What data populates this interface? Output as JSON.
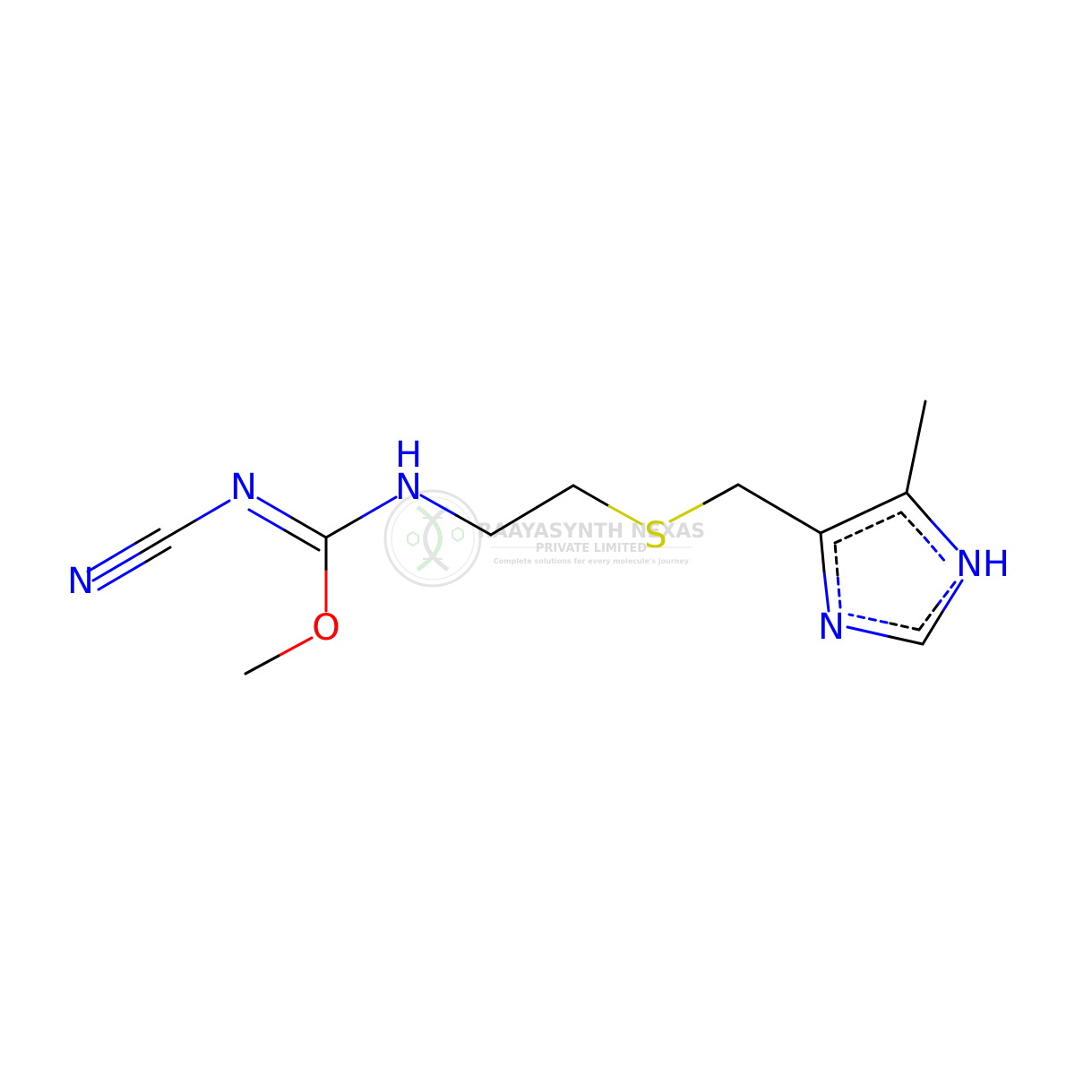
{
  "colors": {
    "carbon_bond": "#000000",
    "nitrogen": "#0000ff",
    "oxygen": "#ff0000",
    "sulfur": "#cccc00",
    "watermark": "#b3b3b3",
    "watermark_logo": "#a8d8a8"
  },
  "molecule": {
    "atoms": [
      {
        "id": "n_nitrile",
        "label": "N",
        "element": "N"
      },
      {
        "id": "n_imine",
        "label": "N",
        "element": "N"
      },
      {
        "id": "n_amine",
        "label": "N",
        "h_label": "H",
        "element": "N"
      },
      {
        "id": "o_methoxy",
        "label": "O",
        "element": "O"
      },
      {
        "id": "s_thioether",
        "label": "S",
        "element": "S"
      },
      {
        "id": "n_ring_h",
        "label": "NH",
        "element": "N"
      },
      {
        "id": "n_ring",
        "label": "N",
        "element": "N"
      }
    ]
  },
  "watermark": {
    "logo_icon": "dna-helix-icon",
    "company_name": "RAAYASYNTH NEXAS",
    "company_sub": "PRIVATE LIMITED",
    "tagline": "Complete solutions for every molecule's journey"
  }
}
